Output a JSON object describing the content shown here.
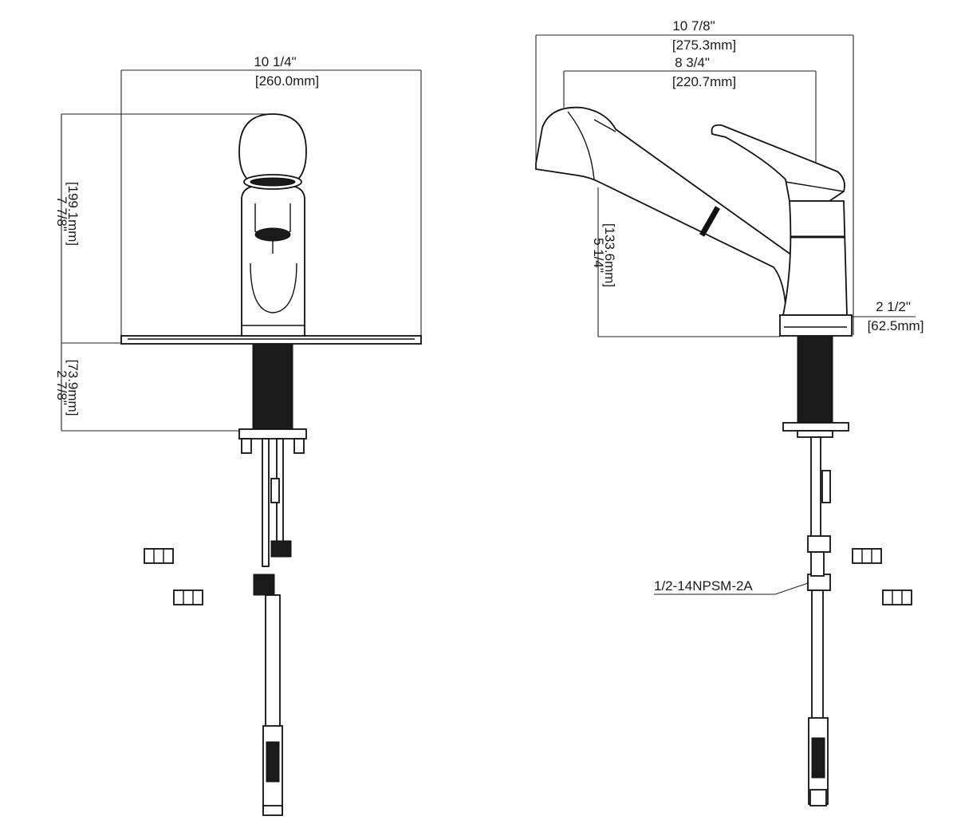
{
  "front_view": {
    "width_in": "10 1/4\"",
    "width_mm": "[260.0mm]",
    "height_in": "7 7/8\"",
    "height_mm": "[199.1mm]",
    "shank_in": "2 7/8\"",
    "shank_mm": "[73.9mm]"
  },
  "side_view": {
    "overall_in": "10 7/8\"",
    "overall_mm": "[275.3mm]",
    "reach_in": "8 3/4\"",
    "reach_mm": "[220.7mm]",
    "spout_height_in": "5 1/4\"",
    "spout_height_mm": "[133.6mm]",
    "base_in": "2 1/2\"",
    "base_mm": "[62.5mm]",
    "thread_label": "1/2-14NPSM-2A"
  },
  "colors": {
    "line": "#111111",
    "background": "#ffffff"
  }
}
